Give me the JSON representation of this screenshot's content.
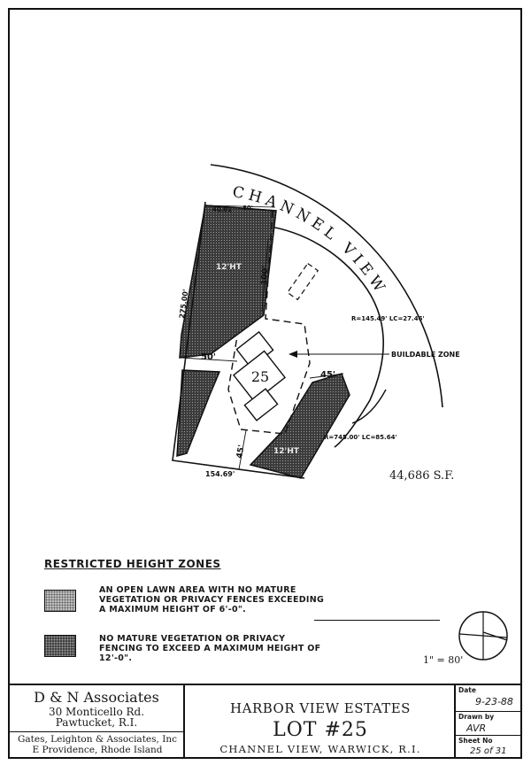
{
  "plan": {
    "street_name": "CHANNEL VIEW",
    "lot_number": "25",
    "area": "44,686 S.F.",
    "buildable_label": "BUILDABLE ZONE",
    "dimensions": {
      "top_a": "40.01'",
      "top_b": "80'",
      "left_side": "275.00'",
      "bottom": "154.69'",
      "setback_left": "50'",
      "setback_right": "45'",
      "setback_bottom": "45'",
      "setback_top": "100'",
      "curve_upper": "R=145.49'  LC=27.46'",
      "curve_lower": "R=745.00'  LC=85.64'",
      "height_upper": "12'HT",
      "height_lower": "12'HT"
    },
    "scale": "1\" = 80'"
  },
  "legend": {
    "title": "RESTRICTED HEIGHT ZONES",
    "light_zone": "AN OPEN LAWN AREA WITH NO MATURE VEGETATION OR PRIVACY FENCES EXCEEDING A MAXIMUM HEIGHT OF 6'-0\".",
    "dark_zone": "NO MATURE VEGETATION OR PRIVACY FENCING TO EXCEED A MAXIMUM HEIGHT OF 12'-0\"."
  },
  "title_block": {
    "firm_name": "D & N Associates",
    "firm_address_1": "30 Monticello Rd.",
    "firm_address_2": "Pawtucket, R.I.",
    "associate_1": "Gates, Leighton & Associates, Inc",
    "associate_2": "E Providence, Rhode Island",
    "project": "HARBOR VIEW ESTATES",
    "lot": "LOT #25",
    "location": "CHANNEL VIEW, WARWICK, R.I.",
    "date_label": "Date",
    "date": "9-23-88",
    "drawn_label": "Drawn by",
    "drawn_by": "AVR",
    "sheet_label": "Sheet No",
    "sheet": "25 of 31"
  }
}
